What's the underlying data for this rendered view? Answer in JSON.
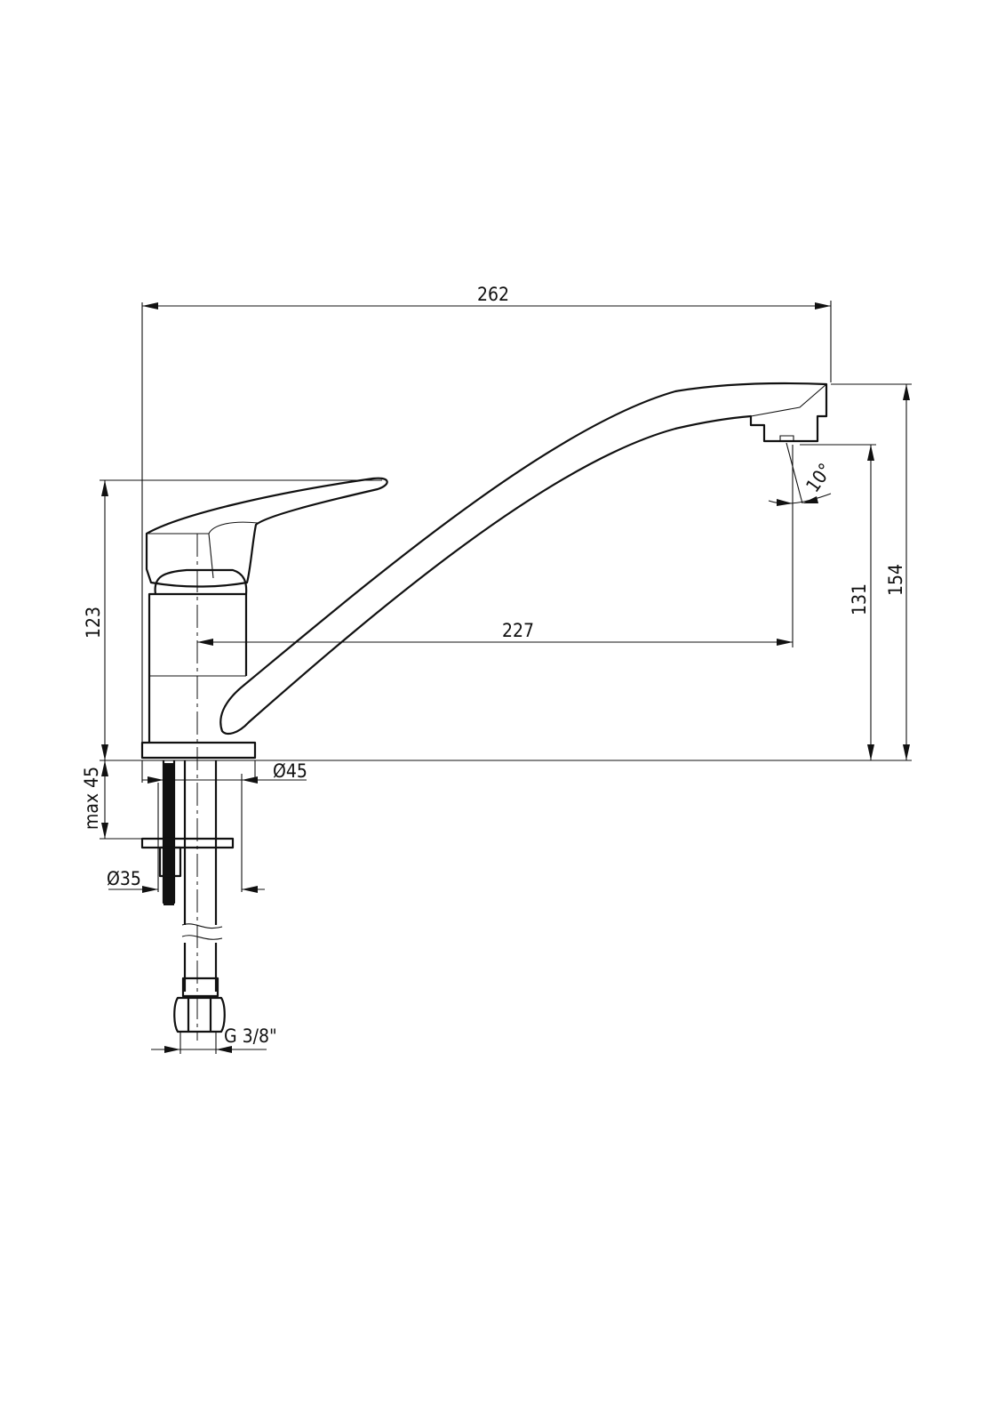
{
  "title": "Single-lever kitchen faucet dimension drawing",
  "dimensions": {
    "overall_length": "262",
    "spout_reach": "227",
    "lever_height": "123",
    "outlet_height": "131",
    "total_height": "154",
    "spout_angle": "10°",
    "base_diameter": "Ø45",
    "hole_diameter": "Ø35",
    "max_counter_thickness": "max 45",
    "connection_thread": "G 3/8\""
  },
  "colors": {
    "line": "#111111",
    "background": "#ffffff"
  }
}
